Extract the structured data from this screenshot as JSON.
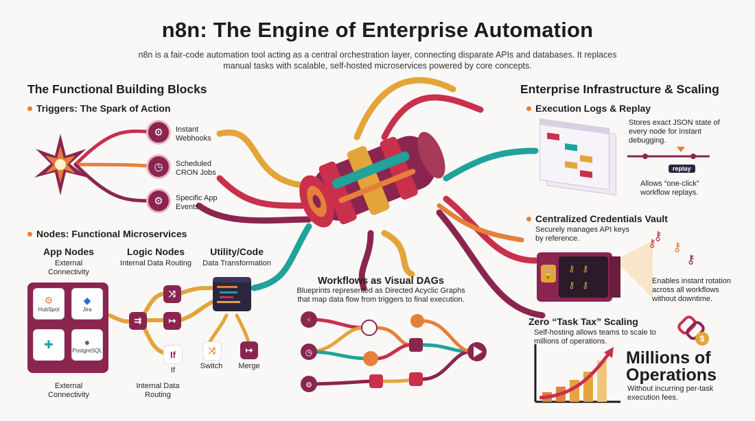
{
  "title": "n8n: The Engine of Enterprise Automation",
  "subtitle": "n8n is a fair-code automation tool acting as a central orchestration layer, connecting disparate APIs and databases. It replaces manual tasks with scalable, self-hosted microservices powered by core concepts.",
  "left": {
    "heading": "The Functional Building Blocks",
    "triggers": {
      "heading": "Triggers: The Spark of Action",
      "items": [
        {
          "label": "Instant Webhooks",
          "icon": "webhook-icon"
        },
        {
          "label": "Scheduled CRON Jobs",
          "icon": "clock-icon"
        },
        {
          "label": "Specific App Events",
          "icon": "gears-icon"
        }
      ]
    },
    "nodes": {
      "heading": "Nodes: Functional Microservices",
      "app": {
        "title": "App Nodes",
        "desc": "External Connectivity",
        "bottom": "External Connectivity",
        "tiles": [
          "HubSpot",
          "Jira",
          "",
          "PostgreSQL"
        ]
      },
      "logic": {
        "title": "Logic Nodes",
        "desc": "Internal Data Routing",
        "bottom": "Internal Data Routing",
        "if_label": "If"
      },
      "utility": {
        "title": "Utility/Code",
        "desc": "Data Transformation",
        "switch_label": "Switch",
        "merge_label": "Merge"
      }
    }
  },
  "center": {
    "dag_title": "Workflows as Visual DAGs",
    "dag_desc": "Blueprints represented as Directed Acyclic Graphs that map data flow from triggers to final execution."
  },
  "right": {
    "heading": "Enterprise Infrastructure & Scaling",
    "logs": {
      "heading": "Execution Logs & Replay",
      "desc": "Stores exact JSON state of every node for instant debugging.",
      "replay_label": "replay",
      "note": "Allows “one-click” workflow replays."
    },
    "vault": {
      "heading": "Centralized Credentials Vault",
      "desc": "Securely manages API keys by reference.",
      "note": "Enables instant rotation across all workflows without downtime."
    },
    "scaling": {
      "heading": "Zero “Task Tax” Scaling",
      "desc": "Self-hosting allows teams to scale to millions of operations.",
      "big_text": "Millions of Operations",
      "note": "Without incurring per-task execution fees."
    }
  },
  "colors": {
    "magenta": "#8a2550",
    "orange": "#e57f3a",
    "teal": "#1fa39a",
    "red": "#c9304b",
    "gold": "#e3a53a"
  }
}
